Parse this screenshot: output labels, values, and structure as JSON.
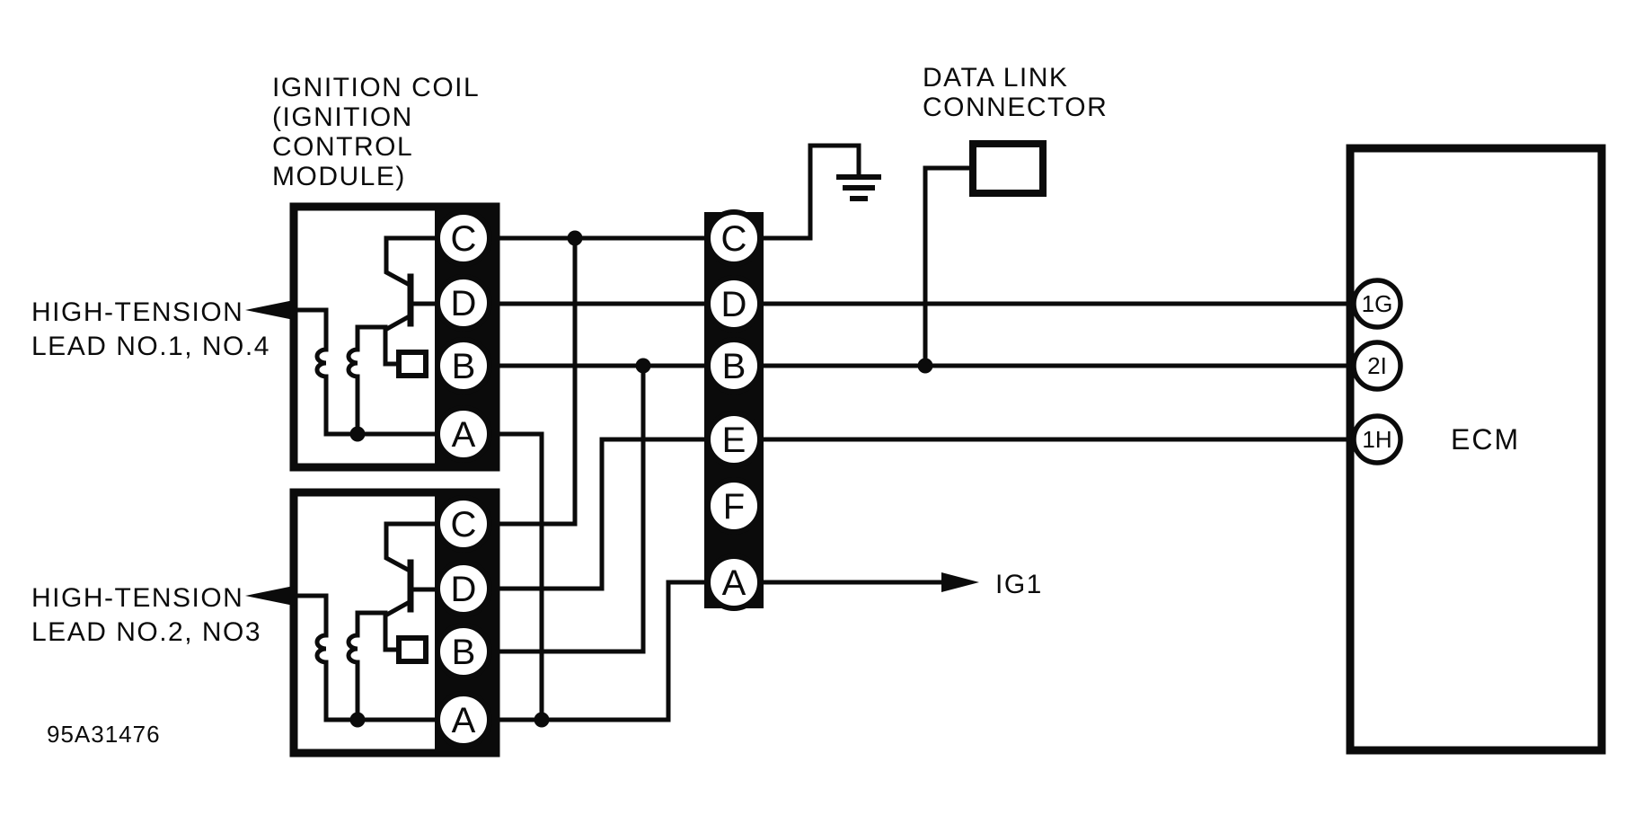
{
  "diagram": {
    "figure_number": "95A31476",
    "labels": {
      "coil_title_line1": "IGNITION COIL",
      "coil_title_line2": "(IGNITION",
      "coil_title_line3": "CONTROL",
      "coil_title_line4": "MODULE)",
      "dlc_line1": "DATA LINK",
      "dlc_line2": "CONNECTOR",
      "ht1_line1": "HIGH-TENSION",
      "ht1_line2": "LEAD NO.1, NO.4",
      "ht2_line1": "HIGH-TENSION",
      "ht2_line2": "LEAD NO.2, NO3",
      "ig1": "IG1",
      "ecm": "ECM"
    },
    "coil_connector_pins": [
      "C",
      "D",
      "B",
      "A"
    ],
    "inline_connector_pins": [
      "C",
      "D",
      "B",
      "E",
      "F",
      "A"
    ],
    "ecm_pins": [
      "1G",
      "2I",
      "1H"
    ],
    "colors": {
      "ink": "#0b0b0b",
      "paper": "#ffffff"
    }
  }
}
